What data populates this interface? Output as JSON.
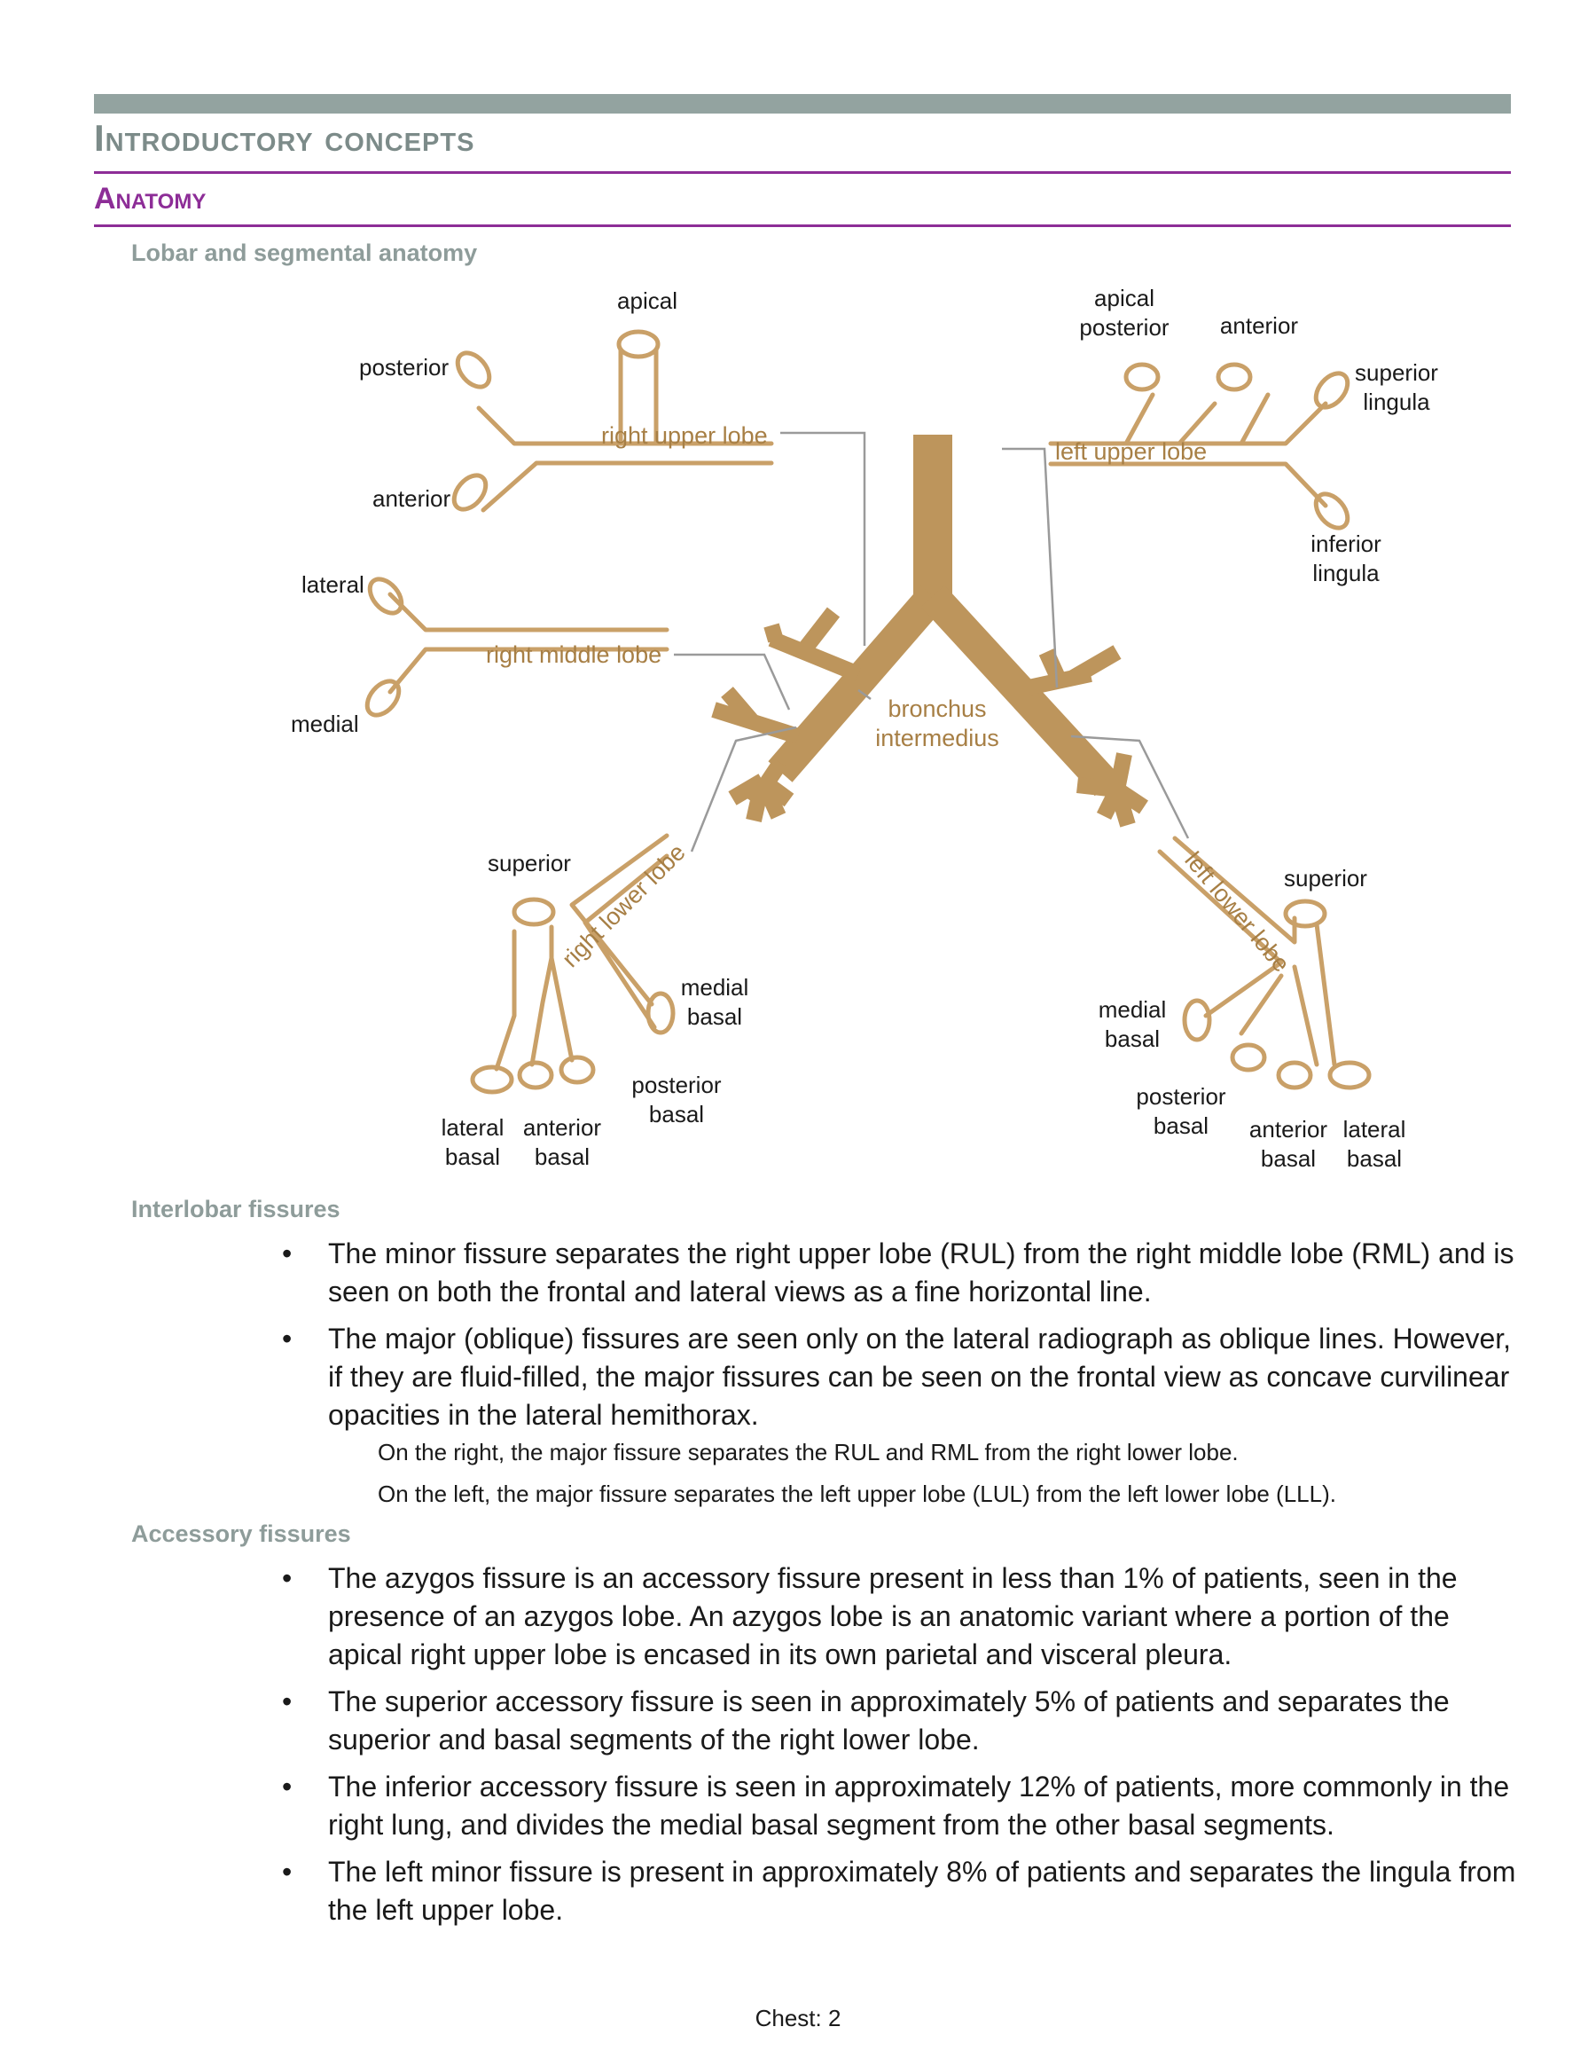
{
  "header": {
    "section_title": "Introductory concepts",
    "subsection_title": "Anatomy"
  },
  "lobar": {
    "heading": "Lobar and segmental anatomy",
    "right_upper_lobe": {
      "name": "right upper lobe",
      "apical": "apical",
      "posterior": "posterior",
      "anterior": "anterior"
    },
    "right_middle_lobe": {
      "name": "right middle lobe",
      "lateral": "lateral",
      "medial": "medial"
    },
    "right_lower_lobe": {
      "name": "right lower lobe",
      "superior": "superior",
      "medial_basal": [
        "medial",
        "basal"
      ],
      "posterior_basal": [
        "posterior",
        "basal"
      ],
      "lateral_basal": [
        "lateral",
        "basal"
      ],
      "anterior_basal": [
        "anterior",
        "basal"
      ]
    },
    "left_upper_lobe": {
      "name": "left upper lobe",
      "apical_posterior": [
        "apical",
        "posterior"
      ],
      "anterior": "anterior",
      "superior_lingula": [
        "superior",
        "lingula"
      ],
      "inferior_lingula": [
        "inferior",
        "lingula"
      ]
    },
    "left_lower_lobe": {
      "name": "left lower lobe",
      "superior": "superior",
      "medial_basal": [
        "medial",
        "basal"
      ],
      "posterior_basal": [
        "posterior",
        "basal"
      ],
      "anterior_basal": [
        "anterior",
        "basal"
      ],
      "lateral_basal": [
        "lateral",
        "basal"
      ]
    },
    "bronchus_intermedius": [
      "bronchus",
      "intermedius"
    ]
  },
  "interlobar": {
    "heading": "Interlobar fissures",
    "bullets": [
      "The minor fissure separates the right upper lobe (RUL) from the right middle lobe (RML) and is seen on both the frontal and lateral views as a fine horizontal line.",
      "The major (oblique) fissures are seen only on the lateral radiograph as oblique lines. However, if they are fluid-filled, the major fissures can be seen on the frontal view as concave curvilinear opacities in the lateral hemithorax."
    ],
    "sub_lines": [
      "On the right, the major fissure separates the RUL and RML from the right lower lobe.",
      "On the left, the major fissure separates the left upper lobe (LUL) from the left lower lobe (LLL)."
    ]
  },
  "accessory": {
    "heading": "Accessory fissures",
    "bullets": [
      "The azygos fissure is an accessory fissure present in less than 1% of patients, seen in the presence of an azygos lobe. An azygos lobe is an anatomic variant where a portion of the apical right upper lobe is encased in its own parietal and visceral pleura.",
      "The superior accessory fissure is seen in approximately 5% of patients and separates the superior and basal segments of the right lower lobe.",
      "The inferior accessory fissure is seen in approximately 12% of patients, more commonly in the right lung, and divides the medial basal segment from the other basal segments.",
      "The left minor fissure is present in approximately 8% of patients and separates the lingula from the left upper lobe."
    ]
  },
  "bullet_char": "•",
  "footer": {
    "page": "Chest: 2"
  },
  "colors": {
    "header_gray": "#93a3a0",
    "accent_purple": "#8d2d97",
    "bronchus_tan": "#bd955c"
  }
}
